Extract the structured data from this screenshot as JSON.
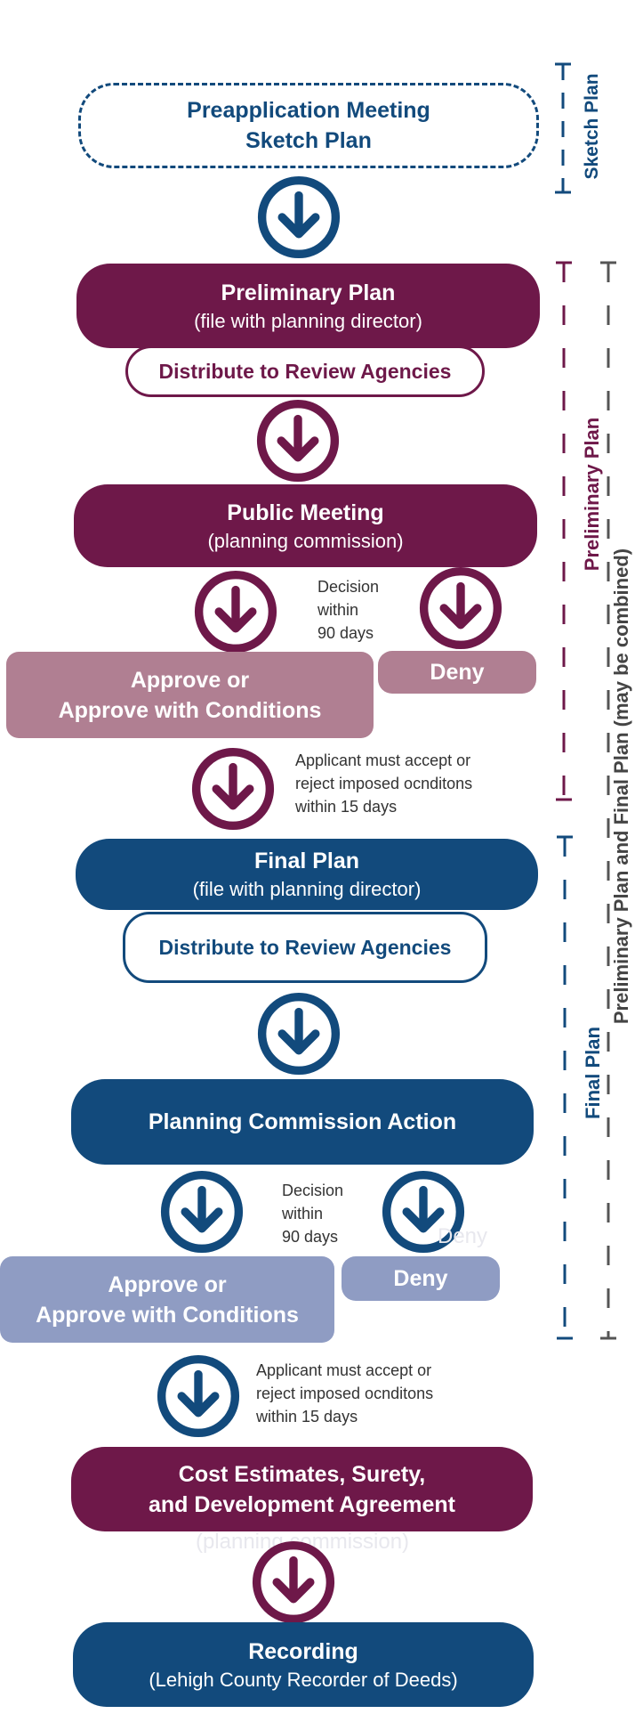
{
  "preapplication": {
    "line1": "Preapplication Meeting",
    "line2": "Sketch Plan"
  },
  "preliminary_plan": {
    "title": "Preliminary Plan",
    "subtitle": "(file with planning director)"
  },
  "distribute_1": "Distribute to Review Agencies",
  "public_meeting": {
    "title": "Public Meeting",
    "subtitle": "(planning commission)"
  },
  "decision_1": {
    "line1": "Decision",
    "line2": "within",
    "line3": "90 days"
  },
  "approve_1": {
    "line1": "Approve or",
    "line2": "Approve with Conditions"
  },
  "deny_1": "Deny",
  "accept_note_1": {
    "line1": "Applicant must accept or",
    "line2": "reject imposed ocnditons",
    "line3": "within 15 days"
  },
  "final_plan": {
    "title": "Final Plan",
    "subtitle": "(file with planning director)"
  },
  "distribute_2": "Distribute to Review Agencies",
  "planning_commission_action": "Planning Commission Action",
  "decision_2": {
    "line1": "Decision",
    "line2": "within",
    "line3": "90 days"
  },
  "approve_2": {
    "line1": "Approve or",
    "line2": "Approve with Conditions"
  },
  "deny_2": "Deny",
  "accept_note_2": {
    "line1": "Applicant must accept or",
    "line2": "reject imposed ocnditons",
    "line3": "within 15 days"
  },
  "cost_estimates": {
    "line1": "Cost Estimates, Surety,",
    "line2": "and Development Agreement"
  },
  "ghost_text": {
    "cost_sub": "(planning commission)",
    "deny_ghost": "Deny"
  },
  "recording": {
    "title": "Recording",
    "subtitle": "(Lehigh County Recorder of Deeds)"
  },
  "side_labels": {
    "sketch_plan": "Sketch Plan",
    "preliminary_plan": "Preliminary Plan",
    "final_plan": "Final Plan",
    "combined": "Preliminary Plan and Final Plan (may be combined)"
  },
  "colors": {
    "maroon": "#6e1849",
    "blue": "#124a7c",
    "pink": "#b07f92",
    "lavender": "#8f9cc3"
  }
}
